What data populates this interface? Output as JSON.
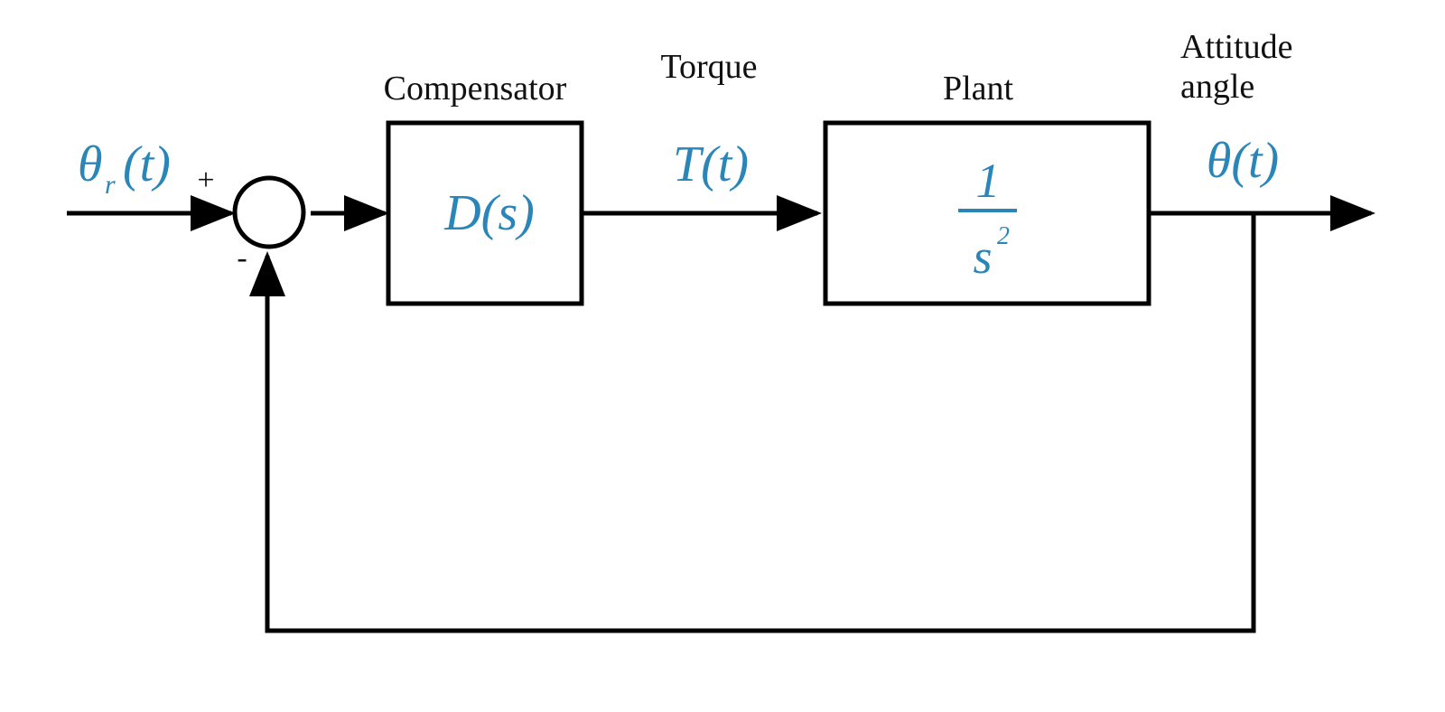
{
  "colors": {
    "line": "#000000",
    "math": "#2a86b8",
    "text": "#111111"
  },
  "labels": {
    "compensator": "Compensator",
    "torque": "Torque",
    "plant": "Plant",
    "attitude_line1": "Attitude",
    "attitude_line2": "angle",
    "plus_sign": "+",
    "minus_sign": "-"
  },
  "math": {
    "input_theta": "θ",
    "input_sub": "r",
    "input_paren": "(t)",
    "compensator_tf": "D(s)",
    "torque_signal": "T(t)",
    "plant_numerator": "1",
    "plant_denominator": "s",
    "plant_exponent": "2",
    "output_signal": "θ(t)"
  }
}
